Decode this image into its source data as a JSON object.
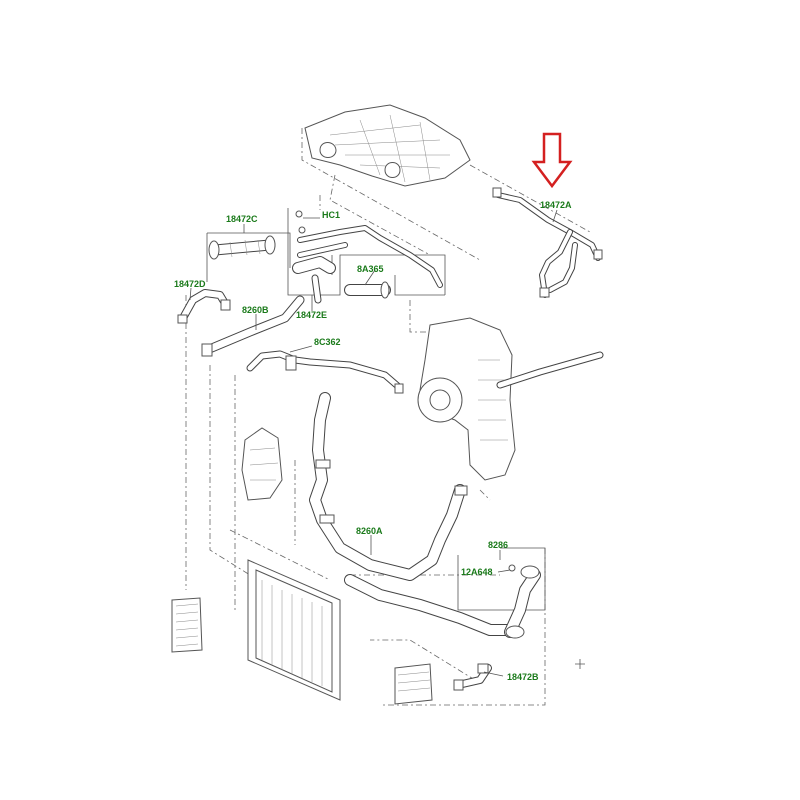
{
  "colors": {
    "label": "#1a7a1a",
    "arrow": "#d42020",
    "line": "#444444"
  },
  "highlight": {
    "icon": "down-arrow-icon",
    "points_to": "18472A"
  },
  "labels": {
    "18472C": "18472C",
    "HC1": "HC1",
    "18472A": "18472A",
    "8A365": "8A365",
    "18472D": "18472D",
    "8260B": "8260B",
    "18472E": "18472E",
    "8C362": "8C362",
    "8260A": "8260A",
    "8286": "8286",
    "12A648": "12A648",
    "18472B": "18472B"
  }
}
